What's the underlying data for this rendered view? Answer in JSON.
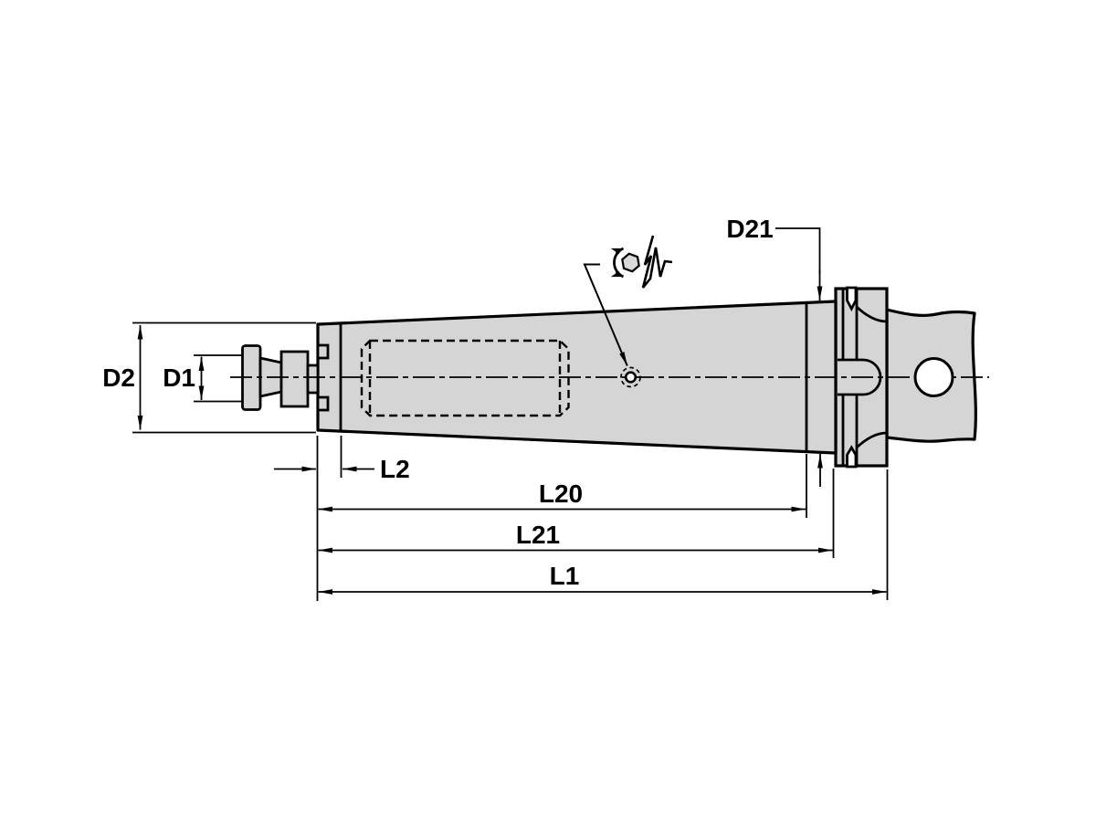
{
  "figure": {
    "kind": "technical-drawing",
    "labels": {
      "d2": "D2",
      "d1": "D1",
      "d21": "D21",
      "l2": "L2",
      "l20": "L20",
      "l21": "L21",
      "l1": "L1"
    },
    "icons": {
      "rotation": "hex-socket-with-rotation-arrows",
      "vibration": "zigzag-wave"
    },
    "colors": {
      "body_fill": "#d5d5d5",
      "icon_hex_fill": "#d9d9d9",
      "line": "#000000",
      "background": "#ffffff"
    }
  }
}
